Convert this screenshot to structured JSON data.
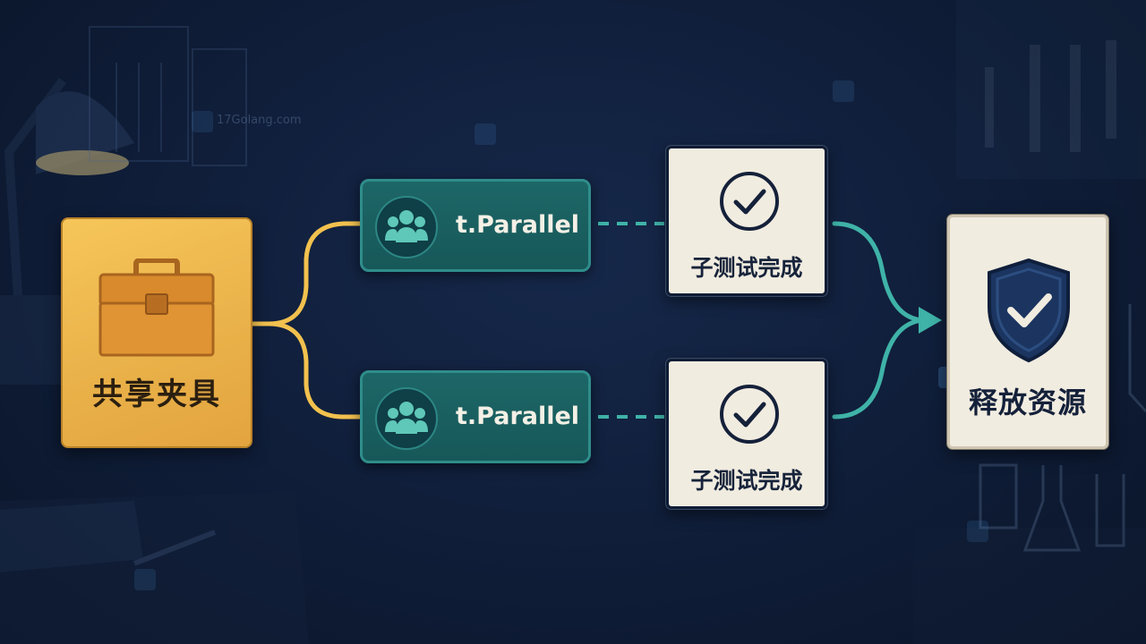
{
  "nodes": {
    "fixture_label": "共享夹具",
    "parallel_top_label": "t.Parallel",
    "parallel_bottom_label": "t.Parallel",
    "subtest_top_label": "子测试完成",
    "subtest_bottom_label": "子测试完成",
    "release_label": "释放资源"
  },
  "watermark": {
    "text": "17Golang.com"
  },
  "icons": {
    "fixture": "toolbox-icon",
    "parallel": "group-icon",
    "subtest": "check-circle-icon",
    "release": "shield-check-icon"
  },
  "colors": {
    "background": "#0f1d38",
    "fixture": "#f0b94f",
    "parallel": "#1d6667",
    "teal_connector": "#3fb3a8",
    "yellow_connector": "#f2c14e",
    "card": "#f1ece0"
  }
}
